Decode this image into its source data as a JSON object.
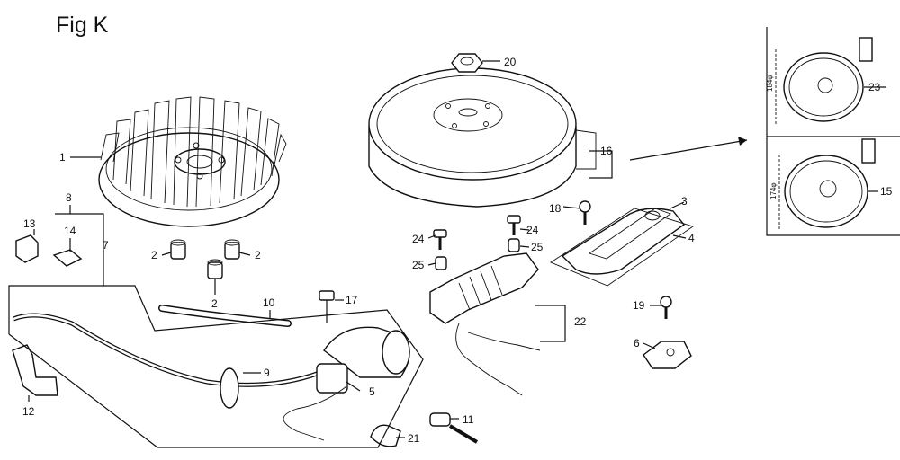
{
  "figure": {
    "title": "Fig K",
    "callouts": {
      "c1": "1",
      "c2a": "2",
      "c2b": "2",
      "c2c": "2",
      "c3": "3",
      "c4": "4",
      "c5": "5",
      "c6": "6",
      "c7": "7",
      "c8": "8",
      "c9": "9",
      "c10": "10",
      "c11": "11",
      "c12": "12",
      "c13": "13",
      "c14": "14",
      "c15": "15",
      "c16": "16",
      "c17": "17",
      "c18": "18",
      "c19": "19",
      "c20": "20",
      "c21": "21",
      "c22": "22",
      "c23": "23",
      "c24a": "24",
      "c24b": "24",
      "c25a": "25",
      "c25b": "25"
    },
    "dimensions": {
      "d23": "184φ",
      "d15": "174φ"
    }
  }
}
